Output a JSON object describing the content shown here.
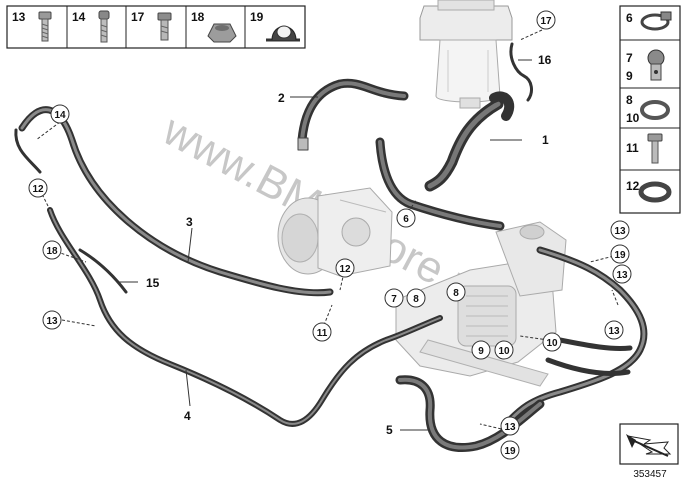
{
  "diagram": {
    "watermark": "www.BMWstore.ru",
    "diagram_code": "353457",
    "top_strip": [
      "13",
      "14",
      "17",
      "18",
      "19"
    ],
    "side_strip": [
      {
        "lines": [
          "6"
        ]
      },
      {
        "lines": [
          "7",
          "9"
        ]
      },
      {
        "lines": [
          "8",
          "10"
        ]
      },
      {
        "lines": [
          "11"
        ]
      },
      {
        "lines": [
          "12"
        ]
      }
    ],
    "callouts": {
      "c1": "1",
      "c2": "2",
      "c3": "3",
      "c4": "4",
      "c5": "5",
      "c15": "15",
      "c16": "16",
      "c17": "17",
      "c14": "14",
      "c12a": "12",
      "c18": "18",
      "c13a": "13",
      "c6": "6",
      "c12b": "12",
      "c11": "11",
      "c7": "7",
      "c8a": "8",
      "c8b": "8",
      "c9": "9",
      "c10a": "10",
      "c10b": "10",
      "c13b": "13",
      "c19a": "19",
      "c13c": "13",
      "c13d": "13",
      "c13e": "13",
      "c19b": "19"
    }
  }
}
